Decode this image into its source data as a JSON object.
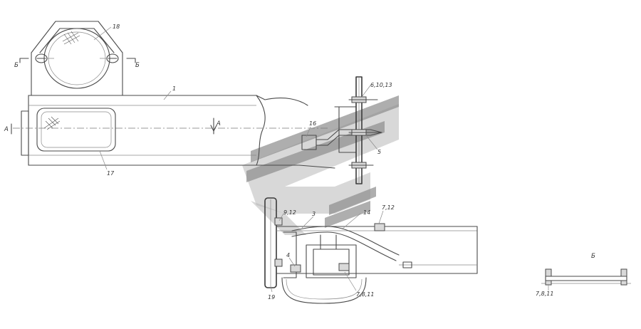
{
  "labels": {
    "part_18": "18",
    "part_1": "1",
    "part_17": "17",
    "part_16": "16",
    "part_6_10_13": "6,10,13",
    "part_5": "5",
    "part_9_12": "9,12",
    "part_3": "3",
    "part_14": "14",
    "part_7_12": "7,12",
    "part_4": "4",
    "part_7_8_11_main": "7,8,11",
    "part_19": "19",
    "part_7_8_11_detail": "7,8,11"
  },
  "section_marks": {
    "b_left": "Б",
    "b_right": "Б",
    "a_left": "А",
    "a_right": "А",
    "b_view": "Б"
  },
  "colors": {
    "line": "#4a4a4a",
    "watermark_dark": "#8f8f8f",
    "watermark_light": "#b8b8b8"
  }
}
